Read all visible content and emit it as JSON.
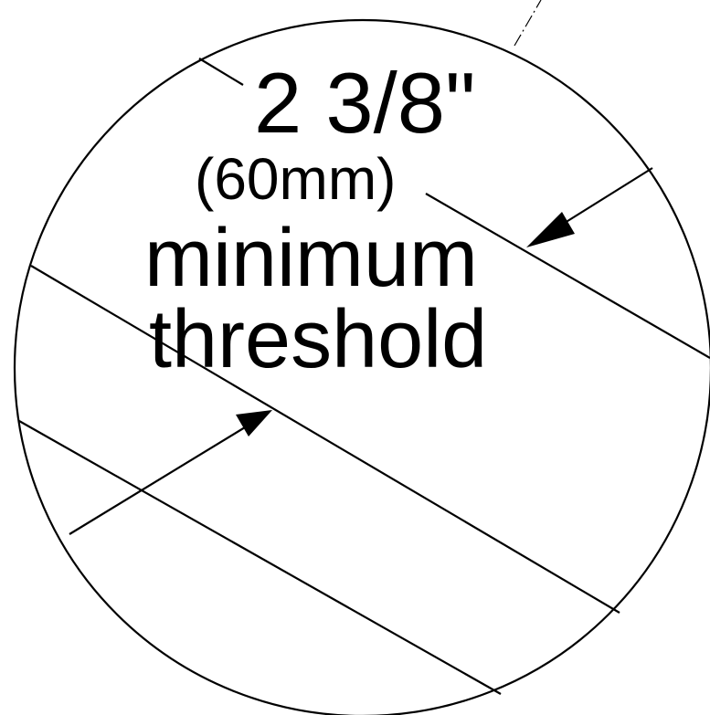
{
  "detail": {
    "dimension_imperial": "2 3/8\"",
    "dimension_metric": "(60mm)",
    "caption_line1": "minimum",
    "caption_line2": "threshold"
  },
  "colors": {
    "ink": "#000000",
    "paper": "#ffffff"
  }
}
